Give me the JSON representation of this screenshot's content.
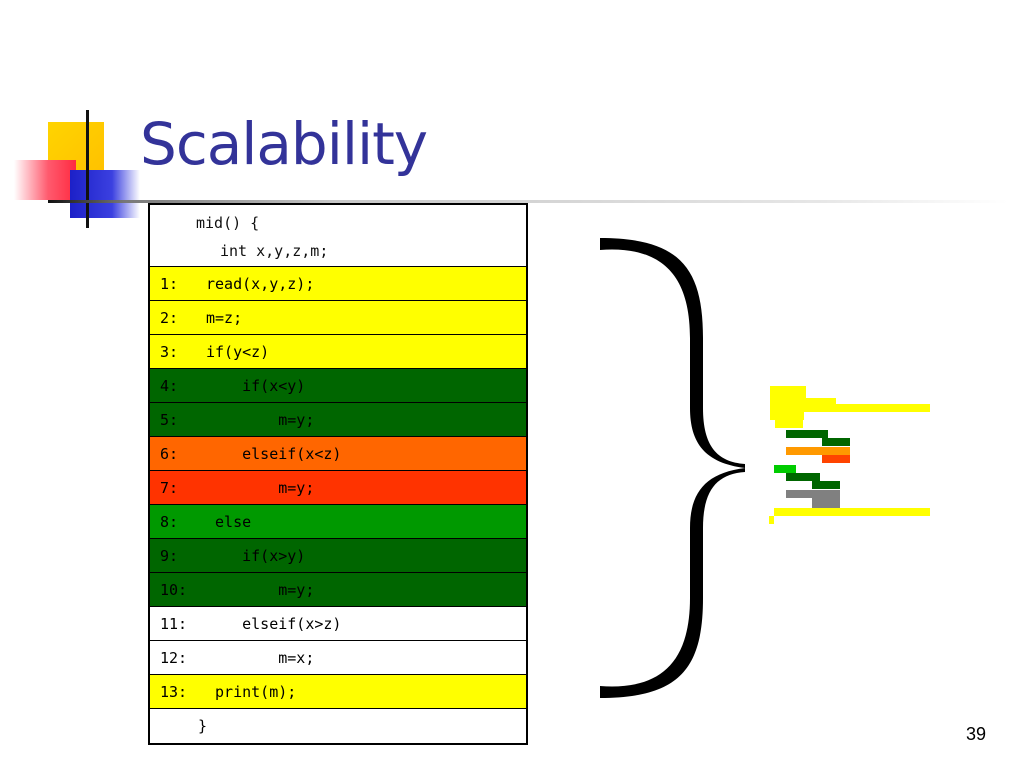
{
  "title": "Scalability",
  "page_number": "39",
  "code": {
    "header_lines": [
      "mid() {",
      "int x,y,z,m;"
    ],
    "rows": [
      {
        "num": "1:",
        "text": "read(x,y,z);",
        "bg": "#ffff00",
        "fg": "#000000"
      },
      {
        "num": "2:",
        "text": "m=z;",
        "bg": "#ffff00",
        "fg": "#000000"
      },
      {
        "num": "3:",
        "text": "if(y<z)",
        "bg": "#ffff00",
        "fg": "#000000"
      },
      {
        "num": "4:",
        "text": "    if(x<y)",
        "bg": "#006600",
        "fg": "#000000"
      },
      {
        "num": "5:",
        "text": "        m=y;",
        "bg": "#006600",
        "fg": "#000000"
      },
      {
        "num": "6:",
        "text": "    elseif(x<z)",
        "bg": "#ff6600",
        "fg": "#000000"
      },
      {
        "num": "7:",
        "text": "        m=y;",
        "bg": "#ff3300",
        "fg": "#000000"
      },
      {
        "num": "8:",
        "text": " else",
        "bg": "#009900",
        "fg": "#000000"
      },
      {
        "num": "9:",
        "text": "    if(x>y)",
        "bg": "#006600",
        "fg": "#000000"
      },
      {
        "num": "10:",
        "text": "        m=y;",
        "bg": "#006600",
        "fg": "#000000"
      },
      {
        "num": "11:",
        "text": "    elseif(x>z)",
        "bg": "#ffffff",
        "fg": "#000000"
      },
      {
        "num": "12:",
        "text": "        m=x;",
        "bg": "#ffffff",
        "fg": "#000000"
      },
      {
        "num": "13:",
        "text": " print(m);",
        "bg": "#ffff00",
        "fg": "#000000"
      }
    ],
    "footer_line": "}"
  },
  "colors": {
    "title": "#333399",
    "yellow": "#ffff00",
    "dark_green": "#006600",
    "green": "#009900",
    "bright_green": "#00cc00",
    "orange": "#ff9900",
    "red_orange": "#ff4400",
    "gray": "#808080"
  }
}
